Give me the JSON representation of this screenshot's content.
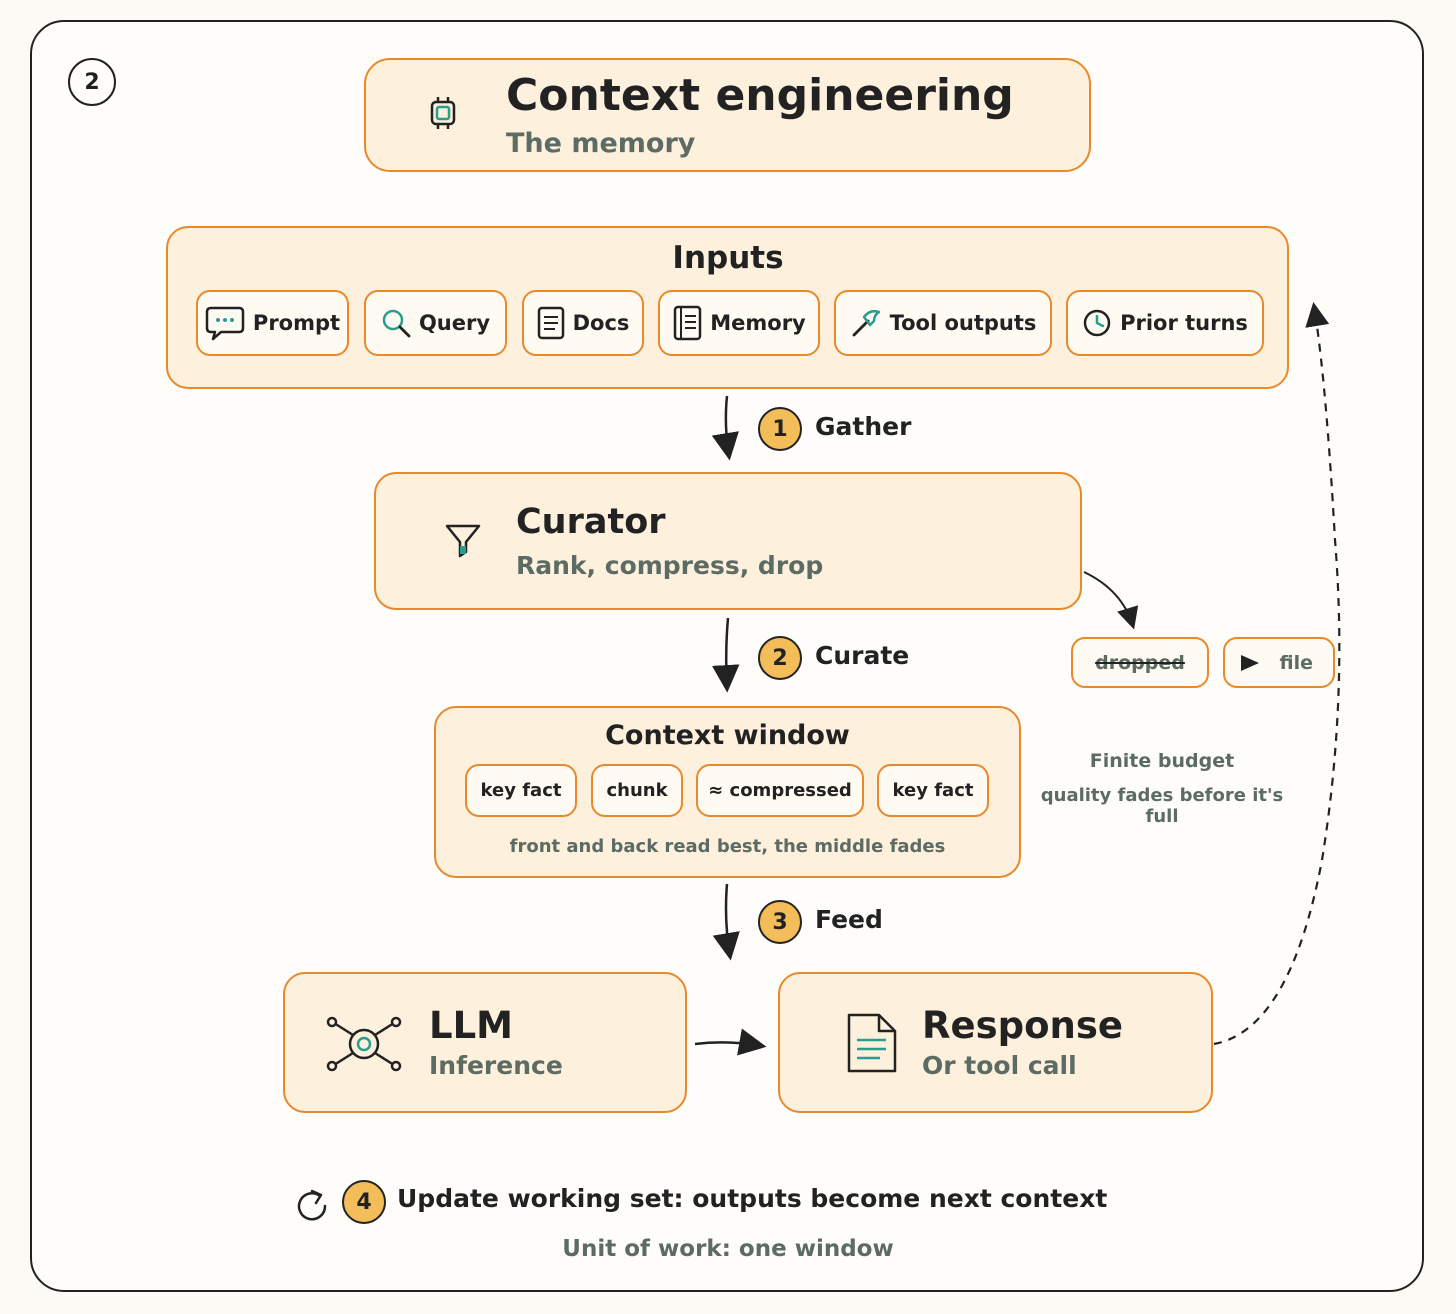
{
  "panel_number": "2",
  "header": {
    "title": "Context engineering",
    "subtitle": "The memory",
    "icon": "chip-icon"
  },
  "inputs": {
    "title": "Inputs",
    "items": [
      {
        "label": "Prompt",
        "icon": "chat-bubble-icon"
      },
      {
        "label": "Query",
        "icon": "search-icon"
      },
      {
        "label": "Docs",
        "icon": "document-icon"
      },
      {
        "label": "Memory",
        "icon": "notebook-icon"
      },
      {
        "label": "Tool outputs",
        "icon": "hammer-icon"
      },
      {
        "label": "Prior turns",
        "icon": "clock-icon"
      }
    ]
  },
  "steps": [
    {
      "num": "1",
      "label": "Gather"
    },
    {
      "num": "2",
      "label": "Curate"
    },
    {
      "num": "3",
      "label": "Feed"
    },
    {
      "num": "4",
      "label": "Update working set: outputs become next context"
    }
  ],
  "curator": {
    "title": "Curator",
    "subtitle": "Rank, compress, drop",
    "icon": "funnel-icon"
  },
  "discard": {
    "dropped": "dropped",
    "file": "file"
  },
  "context_window": {
    "title": "Context window",
    "chips": [
      "key fact",
      "chunk",
      "≈ compressed",
      "key fact"
    ],
    "note": "front and back read best, the middle fades"
  },
  "budget_note": {
    "line1": "Finite budget",
    "line2": "quality fades before it's full"
  },
  "llm": {
    "title": "LLM",
    "subtitle": "Inference",
    "icon": "network-node-icon"
  },
  "response": {
    "title": "Response",
    "subtitle": "Or tool call",
    "icon": "document-lines-icon"
  },
  "footer": {
    "unit": "Unit of work: one window"
  },
  "colors": {
    "accent_border": "#e8892b",
    "box_fill": "#fdf0dc",
    "step_badge": "#f3bd5a",
    "icon_teal": "#2a9d8f"
  }
}
